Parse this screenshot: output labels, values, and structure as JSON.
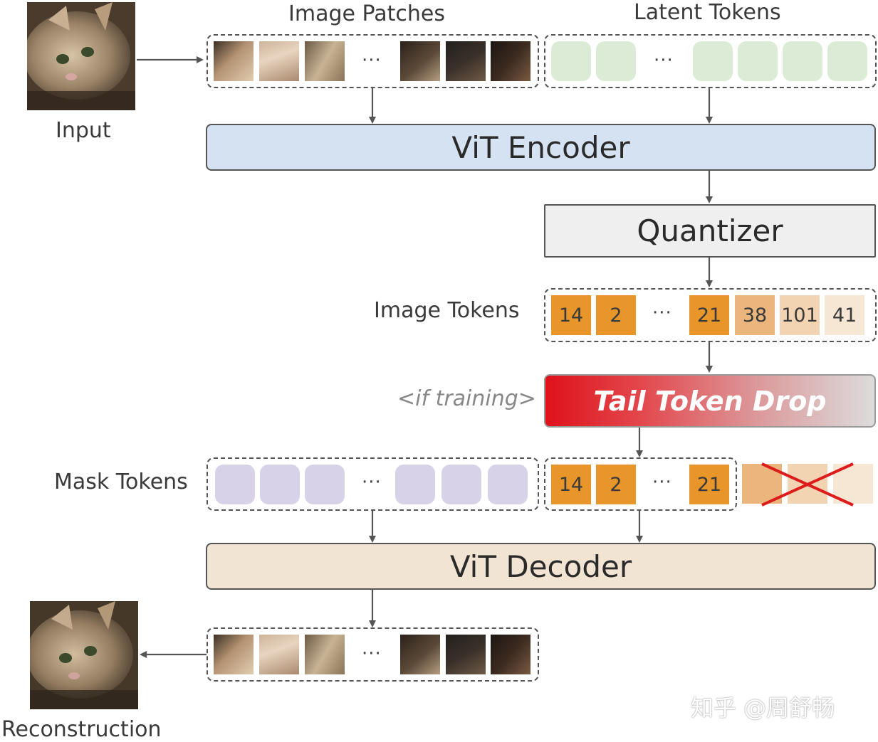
{
  "labels": {
    "input": "Input",
    "image_patches": "Image Patches",
    "latent_tokens": "Latent Tokens",
    "image_tokens": "Image Tokens",
    "if_training": "<if training>",
    "mask_tokens": "Mask Tokens",
    "reconstruction": "Reconstruction",
    "ellipsis": "···"
  },
  "blocks": {
    "encoder": "ViT Encoder",
    "quantizer": "Quantizer",
    "tail_drop": "Tail Token Drop",
    "decoder": "ViT Decoder"
  },
  "image_tokens": [
    "14",
    "2",
    "21",
    "38",
    "101",
    "41"
  ],
  "kept_tokens": [
    "14",
    "2",
    "21"
  ],
  "watermark": "知乎 @周舒畅",
  "colors": {
    "encoder": "#d5e2f2",
    "quantizer": "#efefef",
    "decoder": "#f2e4d2",
    "latent": "#dcebd6",
    "mask": "#d7d2e8",
    "token_strong": "#e8952a",
    "token_medium": "#ebb57e",
    "token_light": "#f2d4b2",
    "token_faint": "#f6e6d4",
    "drop_red": "#e0111a",
    "cross": "#dd1c1c"
  }
}
